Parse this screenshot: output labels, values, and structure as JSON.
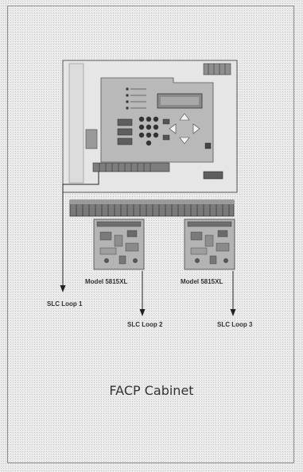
{
  "diagram": {
    "caption": "FACP Cabinet",
    "modules": [
      {
        "label": "Model 5815XL"
      },
      {
        "label": "Model 5815XL"
      }
    ],
    "loops": [
      {
        "label": "SLC Loop 1"
      },
      {
        "label": "SLC Loop 2"
      },
      {
        "label": "SLC Loop 3"
      }
    ]
  },
  "colors": {
    "background": "#ededed",
    "panel": "#d4d4d4",
    "board": "#b8b8b8",
    "line": "#222222"
  }
}
